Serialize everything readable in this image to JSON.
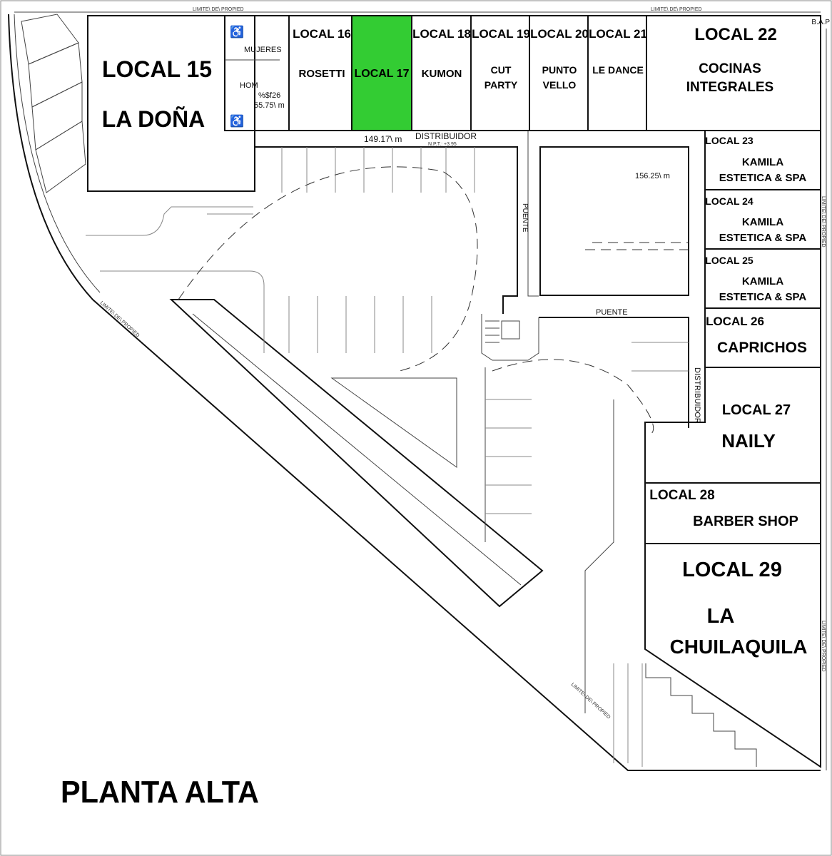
{
  "title": "PLANTA ALTA",
  "property_limit": "LIMITE\\ DE\\ PROPIED",
  "bap": "B.A.P",
  "restrooms": {
    "women": "MUJERES",
    "men": "HOM",
    "code": "%$f26",
    "area": "55.75\\ m"
  },
  "corridor": {
    "area": "149.17\\ m",
    "label": "DISTRIBUIDOR",
    "level": "N.P.T.: +3.95"
  },
  "block_area": "156.25\\ m",
  "bridges": [
    "PUENTE",
    "PUENTE"
  ],
  "side_corridor": "DISTRIBUIDOR",
  "highlight_color": "#33cc33",
  "locals": [
    {
      "name": "LOCAL 15",
      "tenant": "LA DOÑA"
    },
    {
      "name": "LOCAL 16",
      "tenant": "ROSETTI"
    },
    {
      "name": "LOCAL 17",
      "tenant": "",
      "highlighted": true
    },
    {
      "name": "LOCAL 18",
      "tenant": "KUMON"
    },
    {
      "name": "LOCAL 19",
      "tenant": "CUT",
      "tenant2": "PARTY"
    },
    {
      "name": "LOCAL 20",
      "tenant": "PUNTO",
      "tenant2": "VELLO"
    },
    {
      "name": "LOCAL 21",
      "tenant": "LE DANCE"
    },
    {
      "name": "LOCAL 22",
      "tenant": "COCINAS",
      "tenant2": "INTEGRALES"
    },
    {
      "name": "LOCAL 23",
      "tenant": "KAMILA",
      "tenant2": "ESTETICA & SPA"
    },
    {
      "name": "LOCAL 24",
      "tenant": "KAMILA",
      "tenant2": "ESTETICA & SPA"
    },
    {
      "name": "LOCAL 25",
      "tenant": "KAMILA",
      "tenant2": "ESTETICA & SPA"
    },
    {
      "name": "LOCAL 26",
      "tenant": "CAPRICHOS"
    },
    {
      "name": "LOCAL 27",
      "tenant": "NAILY"
    },
    {
      "name": "LOCAL 28",
      "tenant": "BARBER SHOP"
    },
    {
      "name": "LOCAL 29",
      "tenant": "LA",
      "tenant2": "CHUILAQUILA"
    }
  ]
}
